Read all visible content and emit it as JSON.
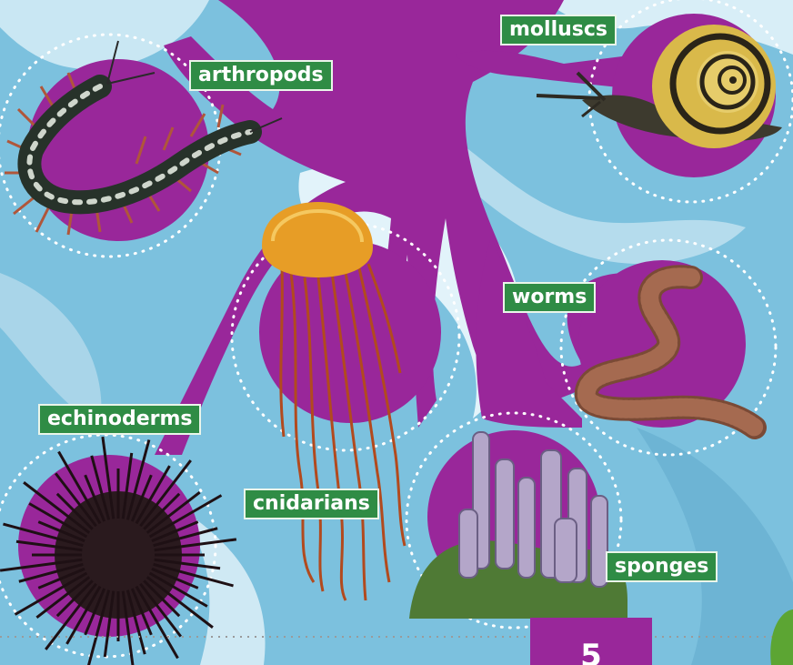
{
  "labels": {
    "molluscs": "molluscs",
    "arthropods": "arthropods",
    "worms": "worms",
    "echinoderms": "echinoderms",
    "cnidarians": "cnidarians",
    "sponges": "sponges"
  },
  "page_number": "5",
  "colors": {
    "background": "#7fc3df",
    "branch": "#99279a",
    "label": "#2f8c45"
  }
}
